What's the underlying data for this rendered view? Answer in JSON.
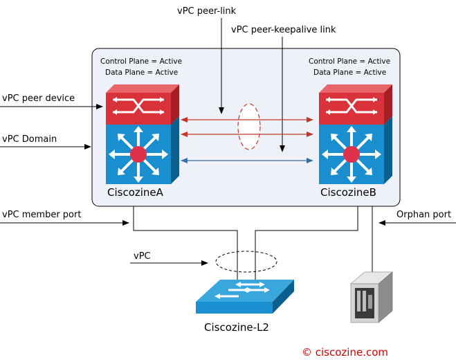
{
  "labels": {
    "peer_link": "vPC peer-link",
    "keepalive": "vPC peer-keepalive link",
    "peer_device": "vPC peer device",
    "domain": "vPC Domain",
    "member_port": "vPC member port",
    "orphan_port": "Orphan port",
    "vpc": "vPC"
  },
  "switch_a": {
    "name": "CiscozineA",
    "control_plane": "Control Plane = Active",
    "data_plane": "Data Plane = Active"
  },
  "switch_b": {
    "name": "CiscozineB",
    "control_plane": "Control Plane = Active",
    "data_plane": "Data Plane = Active"
  },
  "l2_switch": {
    "name": "Ciscozine-L2"
  },
  "copyright": "© ciscozine.com",
  "colors": {
    "domain_fill": "#eef1f7",
    "router_red": "#d9323a",
    "switch_blue": "#1a8fcf",
    "peer_link": "#c0392b",
    "keepalive": "#3a6ea5"
  },
  "icons": {
    "router": "nexus-red-supervisor-icon",
    "switch": "layer3-switch-icon",
    "l2_switch": "workgroup-switch-icon",
    "server": "server-icon"
  }
}
